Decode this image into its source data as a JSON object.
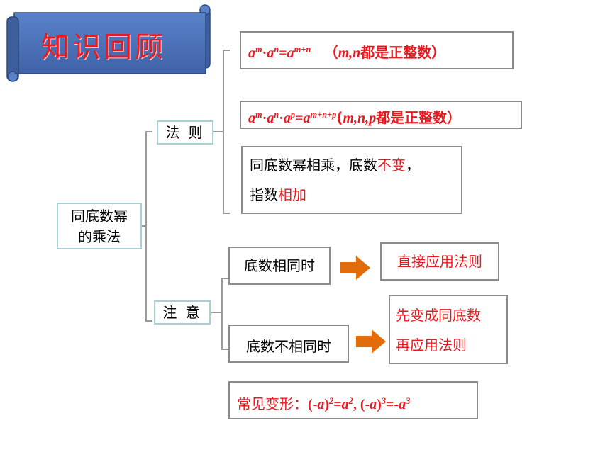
{
  "banner": {
    "title": "知识回顾"
  },
  "root": {
    "line1": "同底数幂",
    "line2": "的乘法"
  },
  "rule": {
    "label": "法 则",
    "formula1": {
      "text": "a^m·a^n=a^{m+n}",
      "note_pre": "（",
      "vars": "m,n",
      "note_post": "都是正整数）"
    },
    "formula2": {
      "text": "a^m·a^n·a^p=a^{m+n+p}",
      "note_pre": "(",
      "vars": "m,n,p",
      "note_post": "都是正整数）"
    },
    "summary": {
      "part1": "同底数幂相乘，底数",
      "part1_red": "不变",
      "part1_end": "，",
      "part2": "指数",
      "part2_red": "相加"
    }
  },
  "note": {
    "label": "注 意",
    "case_same": "底数相同时",
    "action_same": "直接应用法则",
    "case_diff": "底数不相同时",
    "action_diff_line1": "先变成同底数",
    "action_diff_line2": "再应用法则"
  },
  "common": {
    "label": "常见变形：",
    "formula": "(-a)²=a², (-a)³=-a³"
  },
  "colors": {
    "banner_fill": "#4a6fb5",
    "banner_text": "#e8191f",
    "accent_red": "#e8191f",
    "arrow": "#e36c0a",
    "teal_border": "#a9cfd6"
  }
}
